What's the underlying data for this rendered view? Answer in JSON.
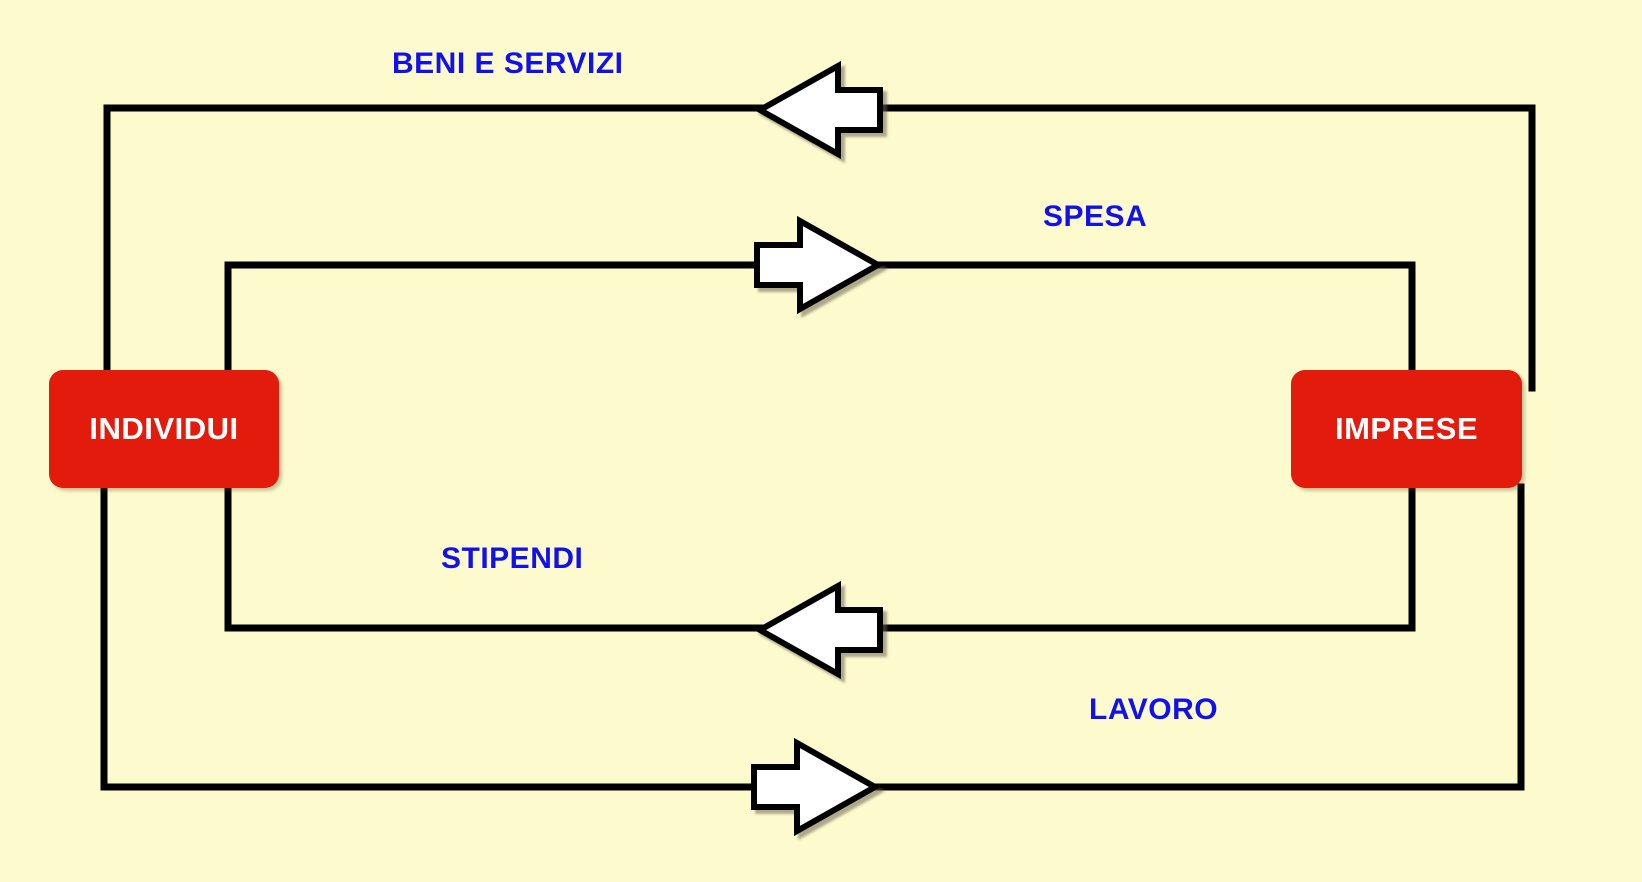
{
  "diagram": {
    "type": "circular-flow",
    "background_color": "#fdfbce",
    "label_color": "#1111ee",
    "actor_fill_color": "#e31b0c",
    "actor_text_color": "#ffffff",
    "line_color": "#000000",
    "arrow_fill_color": "#ffffff",
    "arrow_stroke_color": "#000000"
  },
  "actors": [
    {
      "id": "individui",
      "label": "INDIVIDUI",
      "side": "left"
    },
    {
      "id": "imprese",
      "label": "IMPRESE",
      "side": "right"
    }
  ],
  "flows": [
    {
      "id": "beni-e-servizi",
      "label": "BENI E SERVIZI",
      "from": "imprese",
      "to": "individui",
      "direction": "right-to-left",
      "loop": "outer",
      "position": "top"
    },
    {
      "id": "spesa",
      "label": "SPESA",
      "from": "individui",
      "to": "imprese",
      "direction": "left-to-right",
      "loop": "inner",
      "position": "upper-middle"
    },
    {
      "id": "stipendi",
      "label": "STIPENDI",
      "from": "imprese",
      "to": "individui",
      "direction": "right-to-left",
      "loop": "inner",
      "position": "lower-middle"
    },
    {
      "id": "lavoro",
      "label": "LAVORO",
      "from": "individui",
      "to": "imprese",
      "direction": "left-to-right",
      "loop": "outer",
      "position": "bottom"
    }
  ]
}
